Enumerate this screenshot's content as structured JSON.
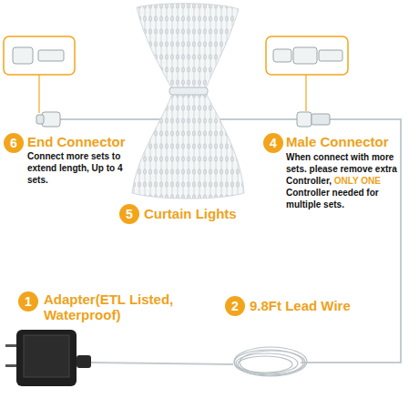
{
  "diagram": {
    "labels": [
      "6",
      "End Connector",
      "Connect more sets to extend length, Up to 4 sets.",
      "4",
      "Male Connector",
      "When connect with more sets. please remove extra Controller,",
      "ONLY ONE",
      "Controller needed for multiple sets.",
      "5",
      "Curtain Lights",
      "1",
      "Adapter(ETL Listed, Waterproof)",
      "2",
      "9.8Ft Lead Wire"
    ]
  }
}
